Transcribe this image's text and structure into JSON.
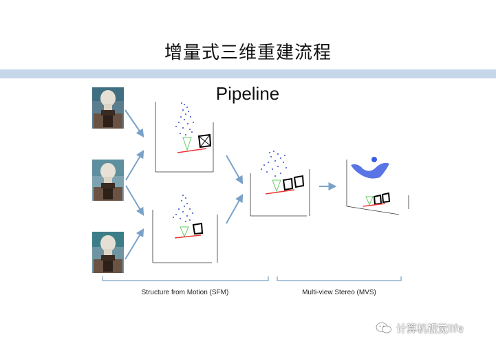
{
  "slide": {
    "title": "增量式三维重建流程"
  },
  "figure": {
    "heading": "Pipeline",
    "stages": [
      {
        "label": "Structure from Motion (SFM)"
      },
      {
        "label": "Multi-view Stereo (MVS)"
      }
    ]
  },
  "watermark": {
    "text": "计算机视觉life",
    "icon": "wechat-icon"
  },
  "colors": {
    "title_bar": "#c6d7ea",
    "arrow": "#7aa2c8",
    "points": "#2f4fcf",
    "brace": "#8fb0d4"
  }
}
